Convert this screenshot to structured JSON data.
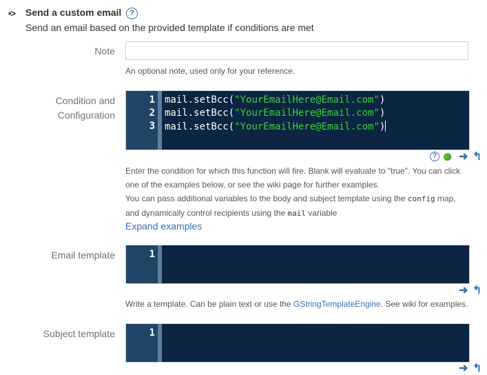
{
  "header": {
    "arrow": "•>",
    "title": "Send a custom email",
    "help": "?",
    "subtitle": "Send an email based on the provided template if conditions are met"
  },
  "note": {
    "label": "Note",
    "value": "",
    "hint": "An optional note, used only for your reference."
  },
  "condition": {
    "label_line1": "Condition and",
    "label_line2": "Configuration",
    "lines": [
      {
        "num": "1",
        "prefix": "mail.setBcc(",
        "str": "\"YourEmailHere@Email.com\"",
        "suffix": ")"
      },
      {
        "num": "2",
        "prefix": "mail.setBcc(",
        "str": "\"YourEmailHere@Email.com\"",
        "suffix": ")"
      },
      {
        "num": "3",
        "prefix": "mail.setBcc(",
        "str": "\"YourEmailHere@Email.com\"",
        "suffix": ")"
      }
    ],
    "help_line1": "Enter the condition for which this function will fire. Blank will evaluate to \"true\". You can click",
    "help_line2": "one of the examples below, or see the wiki page for further examples.",
    "help_line3_a": "You can pass additional variables to the body and subject template using the ",
    "help_line3_code": "config",
    "help_line3_b": " map,",
    "help_line4_a": "and dynamically control recipients using the ",
    "help_line4_code": "mail",
    "help_line4_b": " variable",
    "expand_link": "Expand examples"
  },
  "email_template": {
    "label": "Email template",
    "line_num": "1",
    "hint_a": "Write a template. Can be plain text or use the ",
    "hint_link": "GStringTemplateEngine",
    "hint_b": ". See wiki for examples."
  },
  "subject_template": {
    "label": "Subject template",
    "line_num": "1"
  },
  "icons": {
    "help": "question-circle-icon",
    "status": "green-status-dot-icon",
    "expand": "arrow-right-icon",
    "collapse": "arrow-up-left-icon",
    "arrow_right_glyph": "➜",
    "arrow_back_glyph": "↰"
  },
  "colors": {
    "editor_bg": "#0b2542",
    "gutter_bg": "#1f4566",
    "string": "#3ed13e",
    "link": "#3572b0"
  }
}
